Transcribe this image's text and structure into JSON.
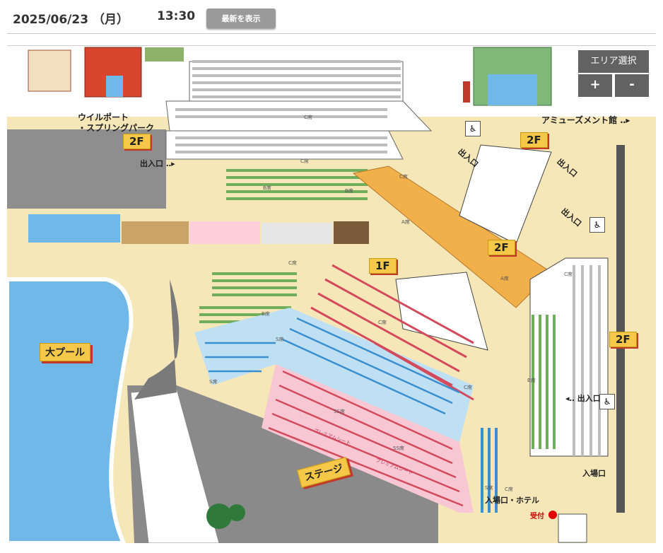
{
  "header": {
    "date": "2025/06/23 （月）",
    "time": "13:30",
    "refresh_label": "最新を表示"
  },
  "controls": {
    "area_select_label": "エリア選択",
    "zoom_in_label": "+",
    "zoom_out_label": "-"
  },
  "map": {
    "labels": {
      "willport": "ウイルポート",
      "spring_park": "・スプリングパーク",
      "amusement": "アミューズメント館 ‥▸",
      "pool": "大プール",
      "stage": "ステージ",
      "entrance_hotel": "入場口・ホテル",
      "entrance": "入場口",
      "reception": "受付"
    },
    "floors": [
      "2F",
      "2F",
      "2F",
      "1F",
      "2F"
    ],
    "exits": [
      "出入口 ‥▸",
      "出入口",
      "出入口",
      "出入口",
      "◂‥ 出入口"
    ],
    "seat_classes": [
      "C席",
      "C席",
      "B席",
      "B席",
      "C席",
      "C席",
      "A席",
      "A席",
      "C席",
      "B席",
      "S席",
      "SS席",
      "SS席",
      "S席",
      "S席",
      "C席",
      "B席",
      "C席",
      "C席",
      "プレミアムシート",
      "プレミアムシート"
    ],
    "colors": {
      "ground": "#f6e7b8",
      "pool": "#6fb8e8",
      "stage": "#ffffff",
      "road": "#8a8a8a",
      "floor_badge": "#f6c84a",
      "accent": "#c0392b",
      "seat_green": "#6fae5a",
      "seat_blue": "#bfe0f3",
      "seat_pink": "#f7c7d4",
      "seat_orange": "#f2b04a",
      "seat_gray": "#bdbdbd"
    }
  }
}
